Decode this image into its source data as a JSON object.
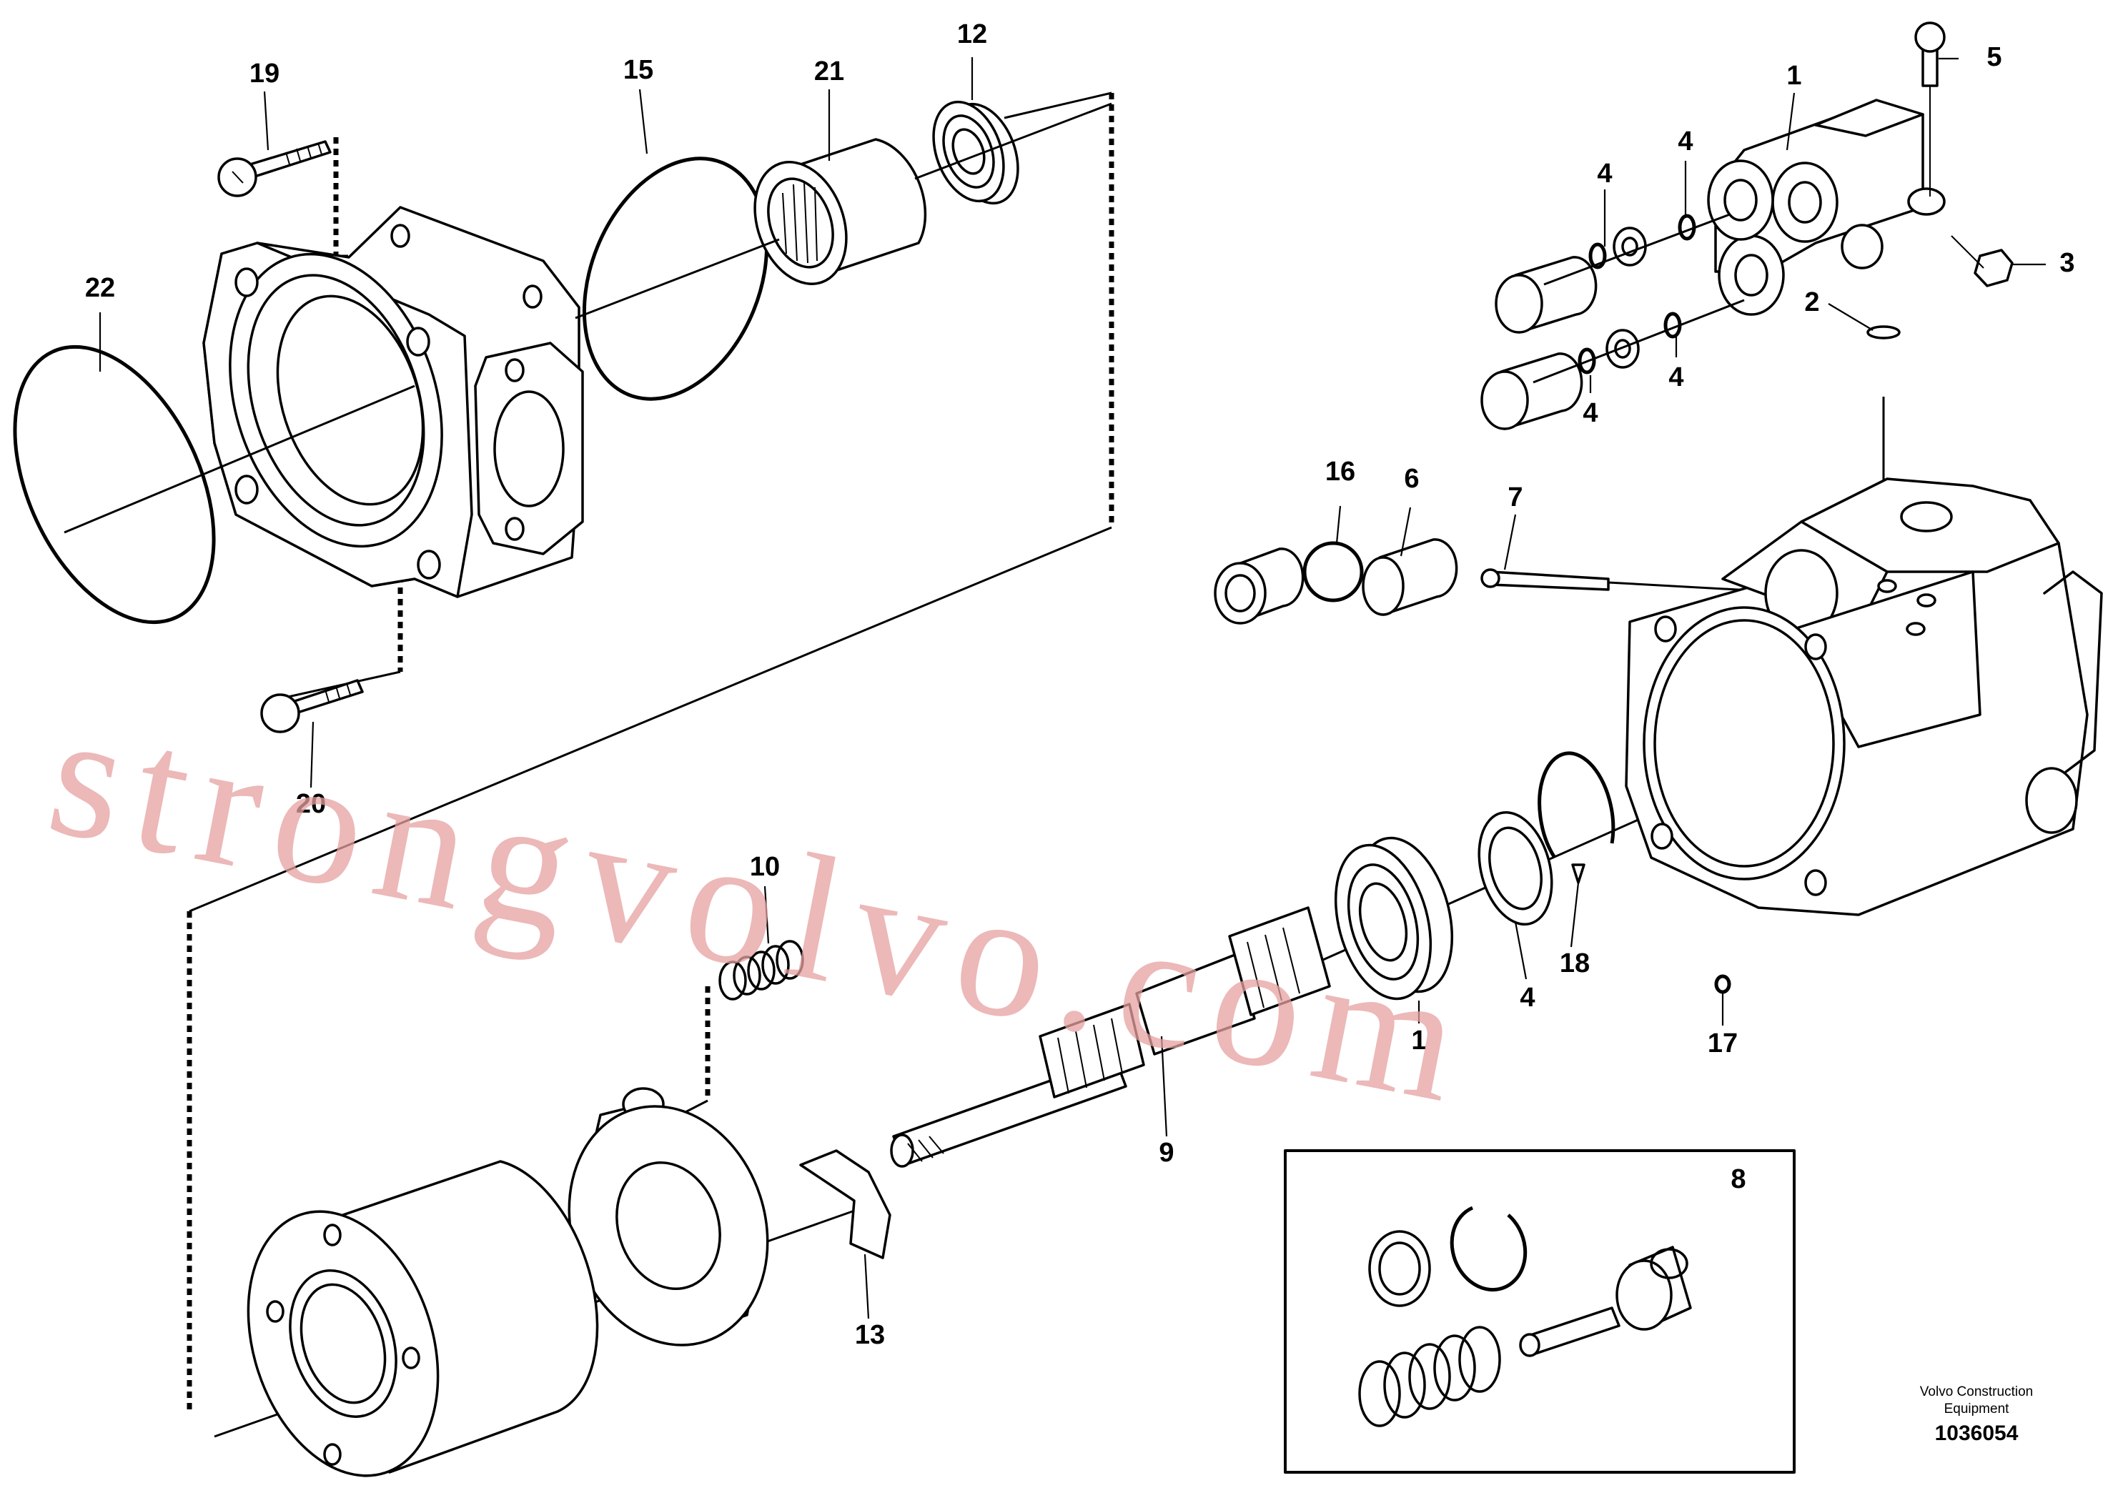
{
  "diagram": {
    "callouts": [
      "19",
      "15",
      "21",
      "12",
      "5",
      "1",
      "4",
      "4",
      "3",
      "2",
      "4",
      "4",
      "22",
      "16",
      "6",
      "7",
      "20",
      "10",
      "18",
      "4",
      "1",
      "17",
      "9",
      "13",
      "8"
    ],
    "kit_label": "8",
    "watermark": "strongvolvo.com",
    "footer": {
      "company_line1": "Volvo Construction",
      "company_line2": "Equipment",
      "drawing_number": "1036054"
    }
  }
}
